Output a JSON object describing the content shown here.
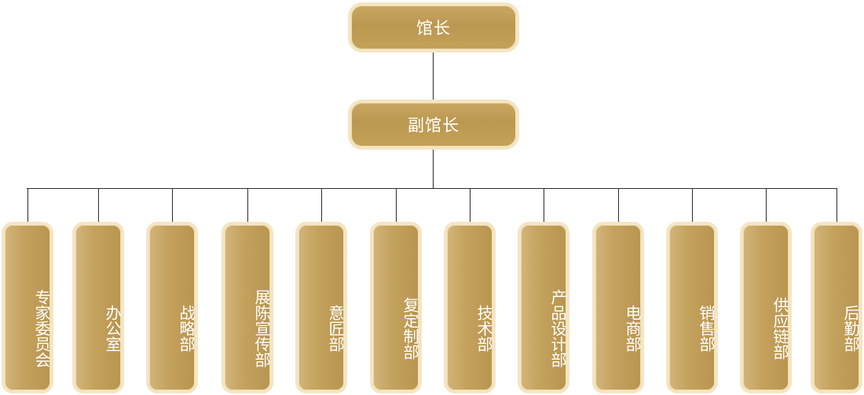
{
  "chart": {
    "root": {
      "label": "馆长"
    },
    "deputy": {
      "label": "副馆长"
    },
    "departments": [
      {
        "label": "专家委员会"
      },
      {
        "label": "办公室"
      },
      {
        "label": "战略部"
      },
      {
        "label": "展陈宣传部"
      },
      {
        "label": "意匠部"
      },
      {
        "label": "复定制部"
      },
      {
        "label": "技术部"
      },
      {
        "label": "产品设计部"
      },
      {
        "label": "电商部"
      },
      {
        "label": "销售部"
      },
      {
        "label": "供应链部"
      },
      {
        "label": "后勤部"
      }
    ],
    "colors": {
      "node_fill": "#bf9d57",
      "node_border": "#f4e5c4",
      "connector": "#2b2b2b",
      "text": "#ffffff"
    }
  }
}
